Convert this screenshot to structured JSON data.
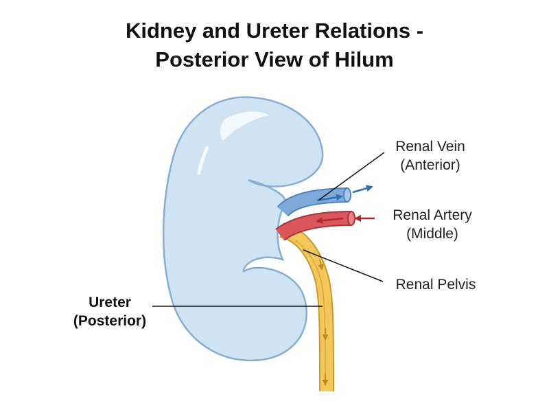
{
  "title": {
    "line1": "Kidney and Ureter Relations -",
    "line2": "Posterior View of Hilum"
  },
  "labels": {
    "renal_vein": {
      "line1": "Renal Vein",
      "line2": "(Anterior)"
    },
    "renal_artery": {
      "line1": "Renal Artery",
      "line2": "(Middle)"
    },
    "renal_pelvis": {
      "line1": "Renal Pelvis"
    },
    "ureter": {
      "line1": "Ureter",
      "line2": "(Posterior)"
    }
  },
  "colors": {
    "kidney_fill": "#cfe3f3",
    "kidney_outline": "#86aed3",
    "vein": "#7fa9d9",
    "vein_arrow": "#2e6fb5",
    "artery": "#d9575b",
    "artery_arrow": "#b3262b",
    "ureter": "#f2c75c",
    "ureter_arrow": "#c48a18",
    "leader_line": "#111111"
  }
}
